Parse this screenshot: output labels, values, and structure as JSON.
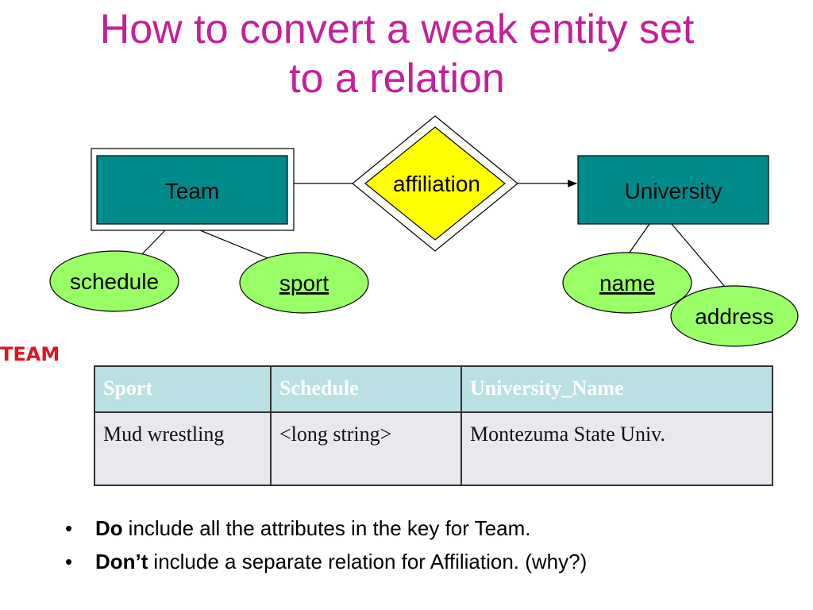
{
  "title": {
    "line1": "How to convert a weak entity set",
    "line2": "to a relation"
  },
  "diagram": {
    "entities": {
      "team": "Team",
      "university": "University"
    },
    "relationship": "affiliation",
    "attributes": {
      "schedule": "schedule",
      "sport": "sport",
      "name": "name",
      "address": "address"
    },
    "colors": {
      "entity_fill": "#008b8b",
      "relationship_fill": "#ffff00",
      "attribute_fill": "#99ff66",
      "title": "#c51f9a",
      "relation_label": "#e0141e"
    }
  },
  "relation": {
    "label": "TEAM",
    "columns": [
      "Sport",
      "Schedule",
      "University_Name"
    ],
    "rows": [
      [
        "Mud wrestling",
        "<long string>",
        "Montezuma State Univ."
      ]
    ]
  },
  "bullets": [
    {
      "bold": "Do",
      "text": "include all the attributes in the key for Team."
    },
    {
      "bold": "Don’t",
      "text": "include a separate relation for Affiliation. (why?)"
    }
  ]
}
